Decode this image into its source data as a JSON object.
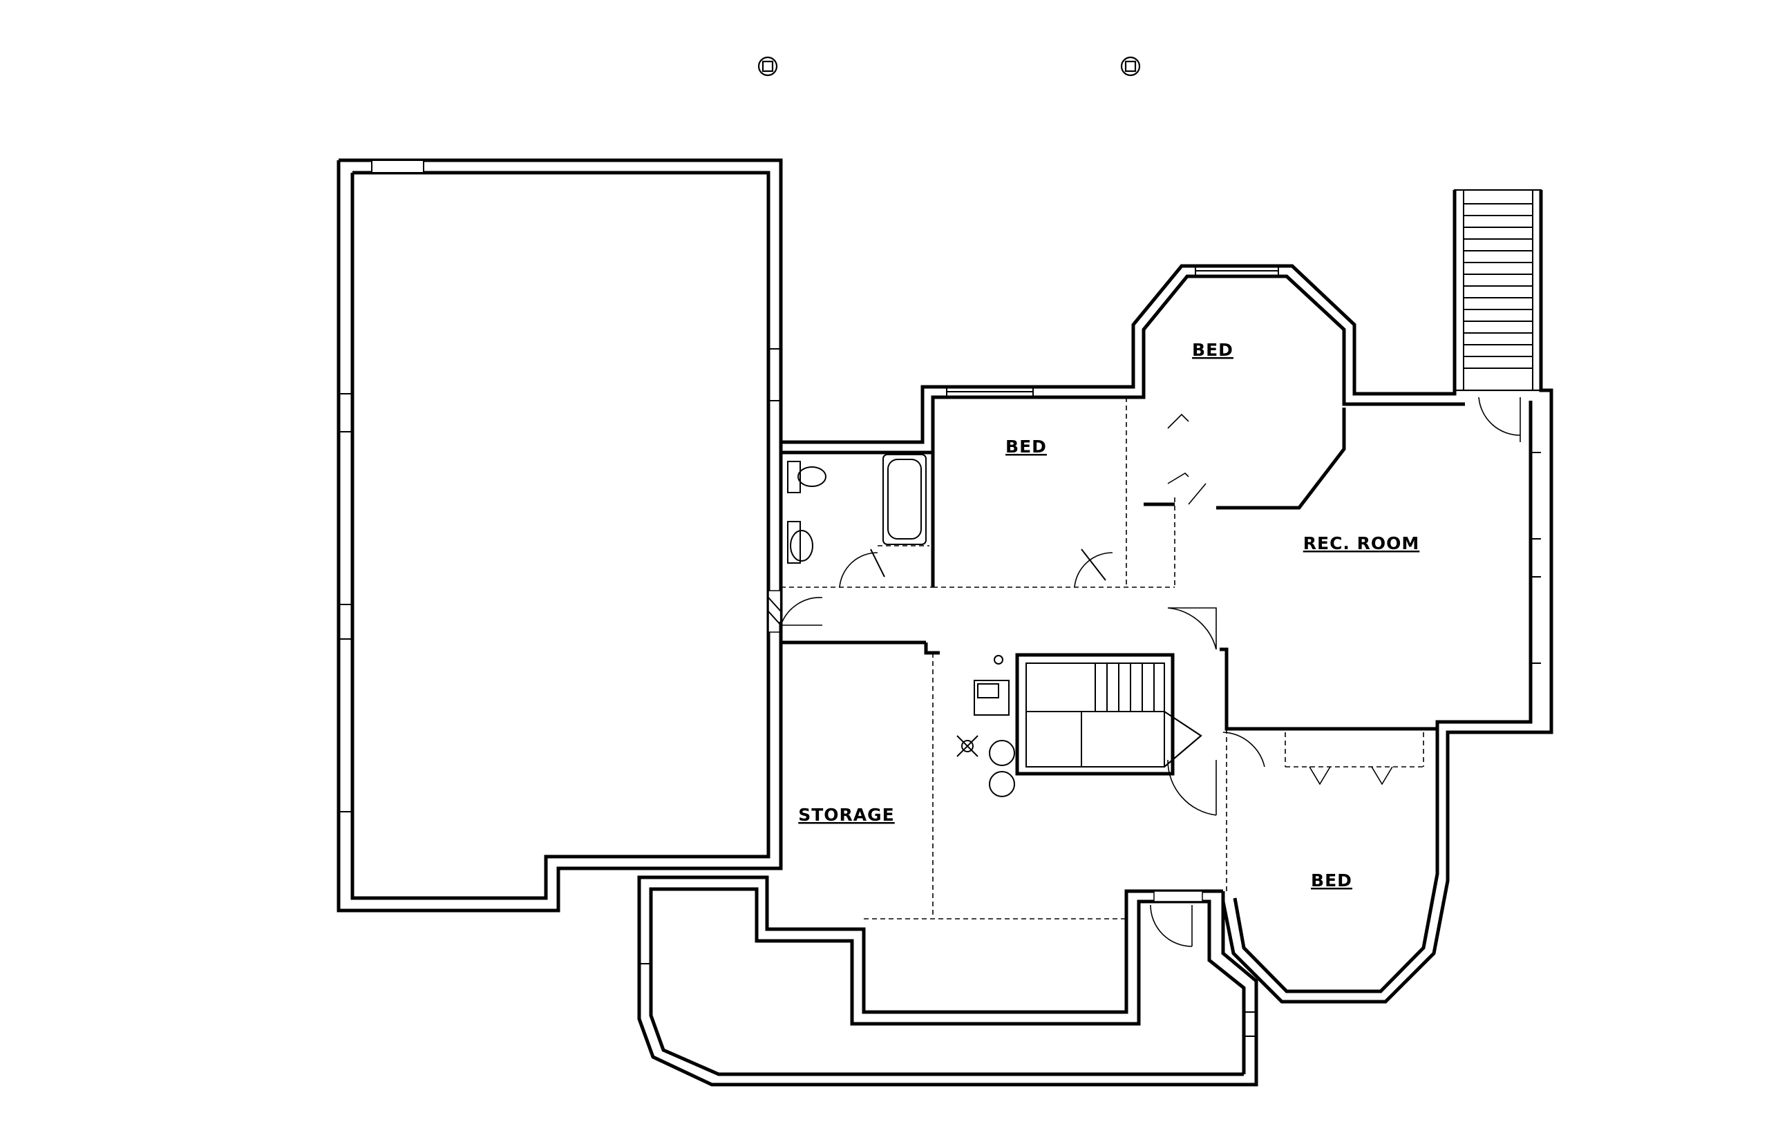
{
  "plan": {
    "rooms": [
      {
        "id": "bed-1",
        "label": "BED"
      },
      {
        "id": "bed-2",
        "label": "BED"
      },
      {
        "id": "rec-room",
        "label": "REC. ROOM"
      },
      {
        "id": "storage",
        "label": "STORAGE"
      },
      {
        "id": "bed-3",
        "label": "BED"
      }
    ],
    "colors": {
      "line": "#000000",
      "background": "#ffffff"
    }
  }
}
